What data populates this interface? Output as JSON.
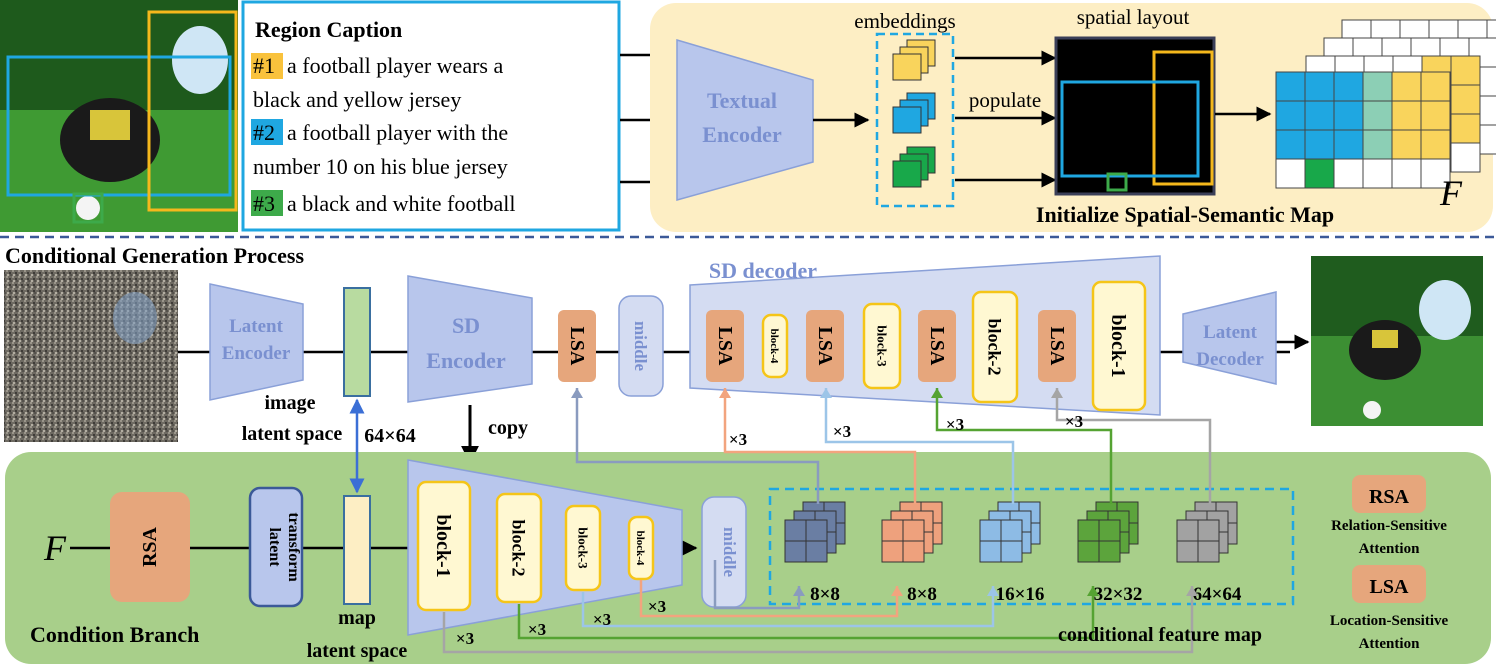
{
  "region_caption": {
    "title": "Region Caption",
    "items": [
      {
        "tag": "#1",
        "line1": "a football player wears a",
        "line2": "black and yellow jersey",
        "color": "#f5c518"
      },
      {
        "tag": "#2",
        "line1": "a football player with the",
        "line2": "number 10 on his blue jersey",
        "color": "#1fa7e1"
      },
      {
        "tag": "#3",
        "line1": "a black and white football",
        "line2": "",
        "color": "#3daa4a"
      }
    ]
  },
  "top_panel": {
    "textual_encoder": [
      "Textual",
      "Encoder"
    ],
    "embeddings_label": "embeddings",
    "spatial_layout_label": "spatial layout",
    "populate_label": "populate",
    "title": "Initialize Spatial-Semantic Map",
    "map_symbol": "F"
  },
  "process": {
    "title": "Conditional Generation Process",
    "latent_encoder": [
      "Latent",
      "Encoder"
    ],
    "image_latent_space": [
      "image",
      "latent space"
    ],
    "size_64": "64×64",
    "sd_encoder": [
      "SD",
      "Encoder"
    ],
    "copy_label": "copy",
    "sd_decoder_label": "SD decoder",
    "lsa": "LSA",
    "middle": "middle",
    "decoder_blocks": [
      "block-4",
      "block-3",
      "block-2",
      "block-1"
    ],
    "latent_decoder": [
      "Latent",
      "Decoder"
    ],
    "x3": "×3"
  },
  "condition_branch": {
    "title": "Condition Branch",
    "input_symbol": "F",
    "rsa": "RSA",
    "latent_transform": [
      "latent",
      "transform"
    ],
    "map_latent_space": [
      "map",
      "latent space"
    ],
    "encoder_blocks": [
      "block-1",
      "block-2",
      "block-3",
      "block-4"
    ],
    "middle": "middle",
    "feature_sizes": [
      "8×8",
      "8×8",
      "16×16",
      "32×32",
      "64×64"
    ],
    "feature_map_label": "conditional feature map",
    "x3": "×3"
  },
  "legend": {
    "rsa": "RSA",
    "rsa_desc": [
      "Relation-Sensitive",
      "Attention"
    ],
    "lsa": "LSA",
    "lsa_desc": [
      "Location-Sensitive",
      "Attention"
    ]
  },
  "colors": {
    "yellow": "#f9d45c",
    "blue": "#1fa7e1",
    "green": "#18a84a",
    "lsa_orange": "#e6a67c",
    "encoder_blue": "#b8c6ec",
    "cond_bg": "#a8cf8a",
    "top_bg": "#fdeec4",
    "fm_dark": "#6a7ea3",
    "fm_orange": "#eea17d",
    "fm_lightblue": "#8dbbe5",
    "fm_green": "#5ca43c",
    "fm_gray": "#a2a2a2"
  }
}
